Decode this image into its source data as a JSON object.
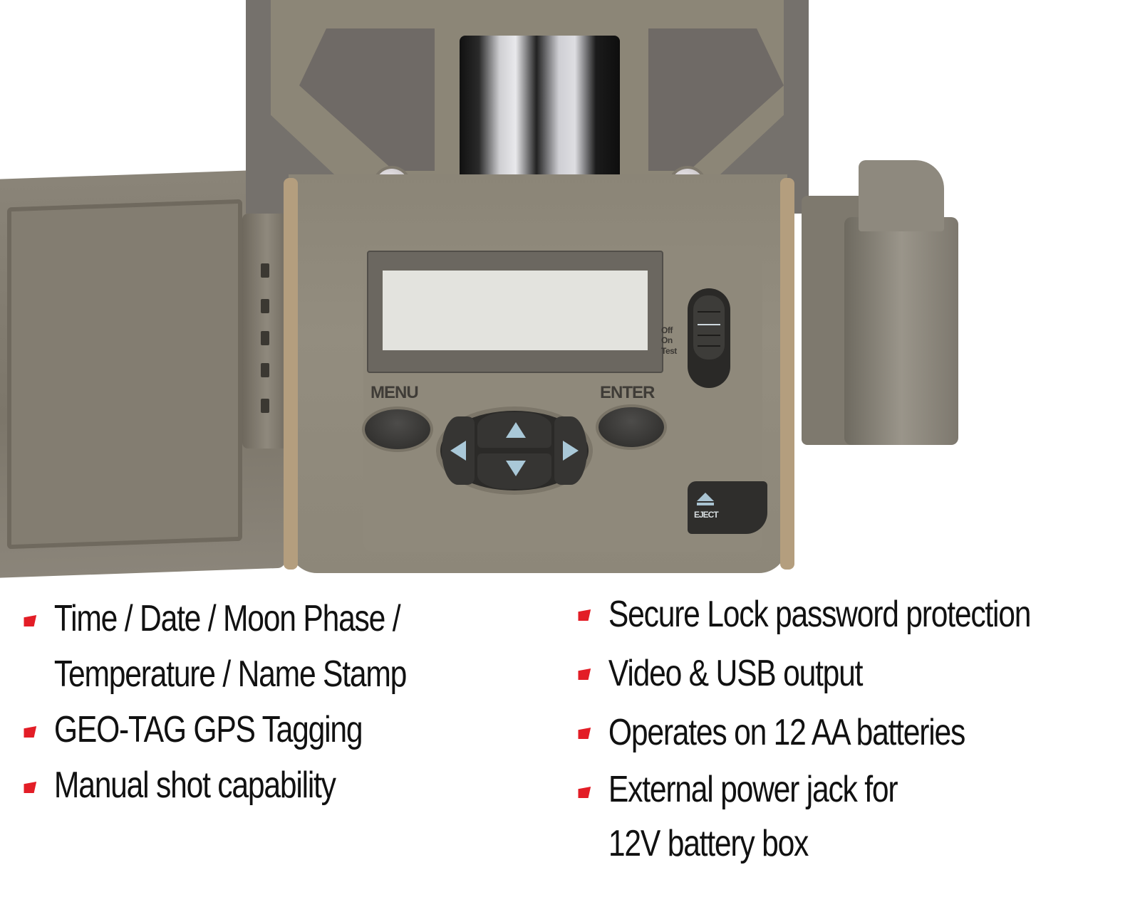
{
  "product": {
    "camera_controls": {
      "menu_label": "MENU",
      "enter_label": "ENTER",
      "switch_positions": [
        "Off",
        "On",
        "Test"
      ],
      "eject_label": "EJECT",
      "dpad_keys": [
        "up",
        "down",
        "left",
        "right"
      ]
    }
  },
  "features": {
    "bullet_color": "#e31d26",
    "left": [
      {
        "lines": [
          "Time / Date / Moon Phase /",
          "Temperature / Name Stamp"
        ]
      },
      {
        "lines": [
          "GEO-TAG GPS Tagging"
        ]
      },
      {
        "lines": [
          "Manual shot capability"
        ]
      }
    ],
    "right": [
      {
        "lines": [
          "Secure Lock password protection"
        ]
      },
      {
        "lines": [
          "Video & USB output"
        ]
      },
      {
        "lines": [
          "Operates on 12 AA batteries"
        ]
      },
      {
        "lines": [
          "External power jack for",
          "12V battery box"
        ]
      }
    ]
  }
}
